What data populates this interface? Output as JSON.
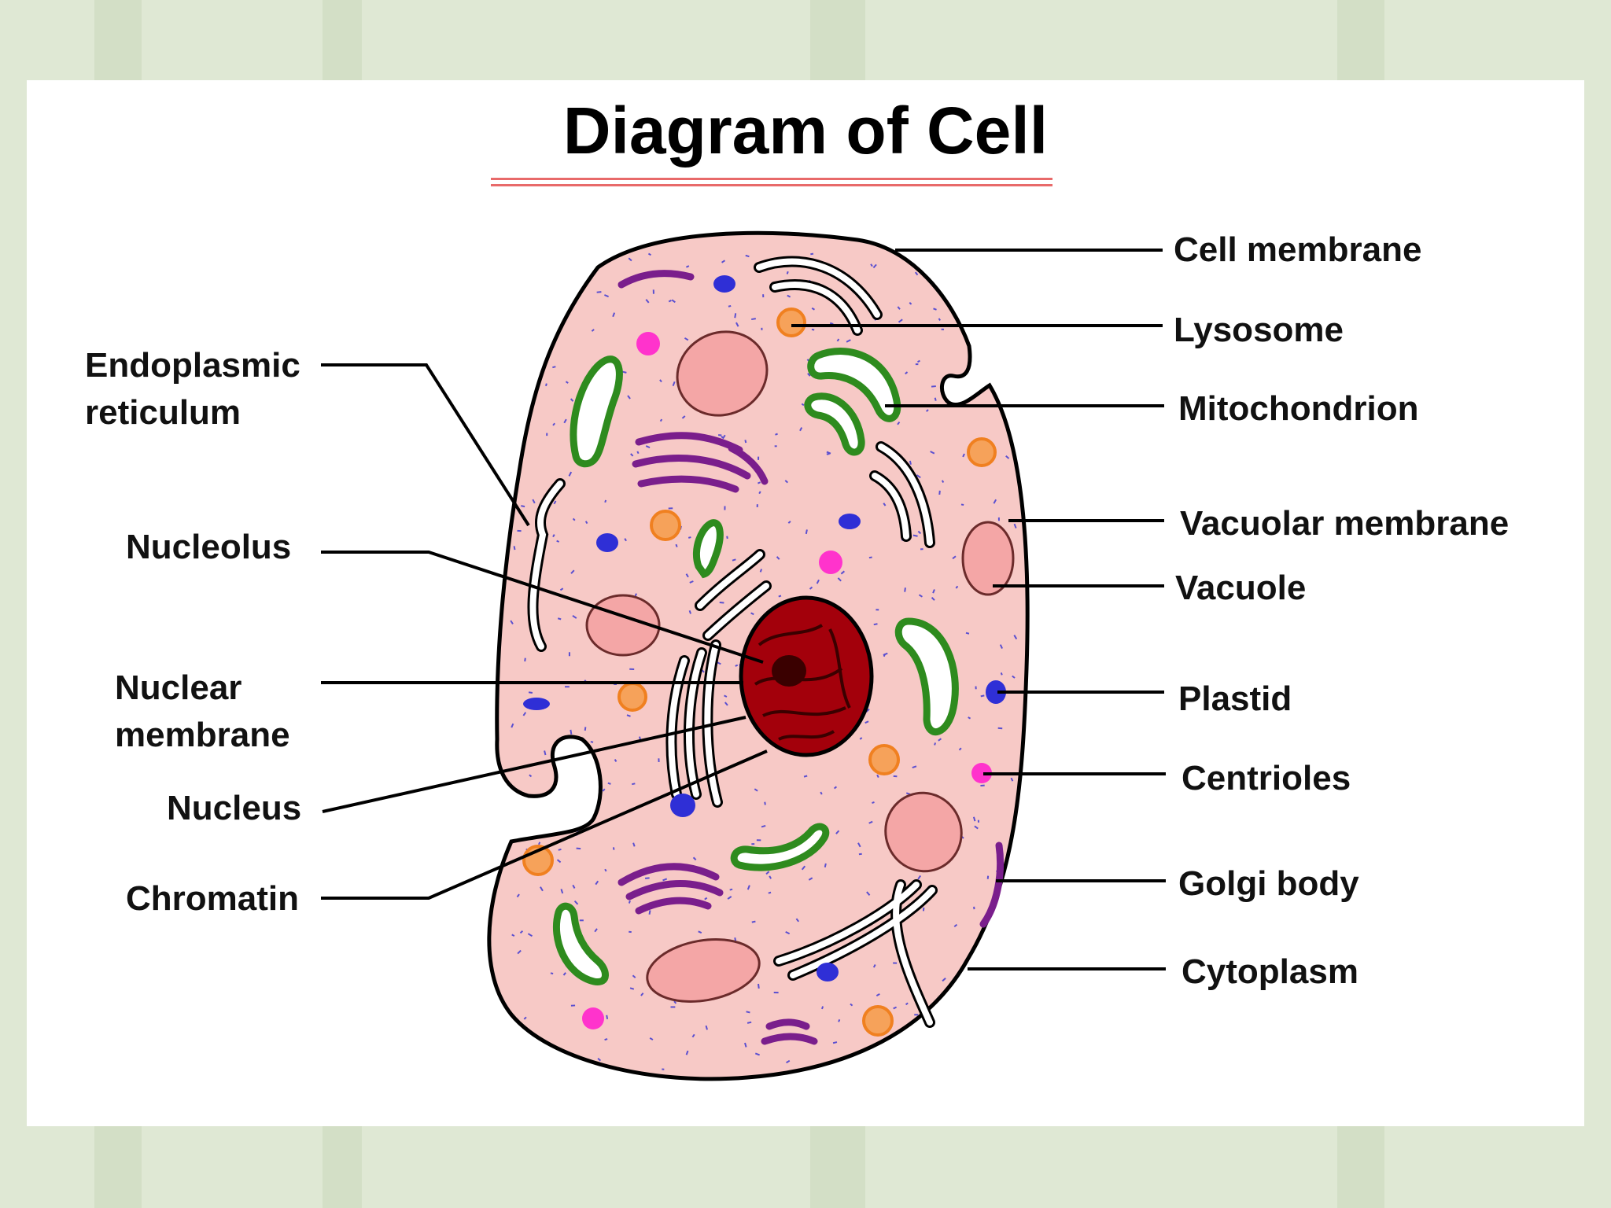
{
  "title": "Diagram of Cell",
  "labels": {
    "endoplasmic_reticulum": [
      "Endoplasmic",
      "reticulum"
    ],
    "nucleolus": "Nucleolus",
    "nuclear_membrane": [
      "Nuclear",
      "membrane"
    ],
    "nucleus": "Nucleus",
    "chromatin": "Chromatin",
    "cell_membrane": "Cell membrane",
    "lysosome": "Lysosome",
    "mitochondrion": "Mitochondrion",
    "vacuolar_membrane": "Vacuolar membrane",
    "vacuole": "Vacuole",
    "plastid": "Plastid",
    "centrioles": "Centrioles",
    "golgi_body": "Golgi body",
    "cytoplasm": "Cytoplasm"
  },
  "colors": {
    "cytoplasm": "#f7c9c6",
    "nucleus": "#a3000b",
    "mitochondrion": "#2e8b1e",
    "golgi": "#7a1e8c",
    "plastid": "#2f2fd6",
    "lysosome": "#f08020",
    "centriole": "#ff33cc",
    "vacuole": "#f4a6a6",
    "title_underline": "#e86a6a"
  }
}
